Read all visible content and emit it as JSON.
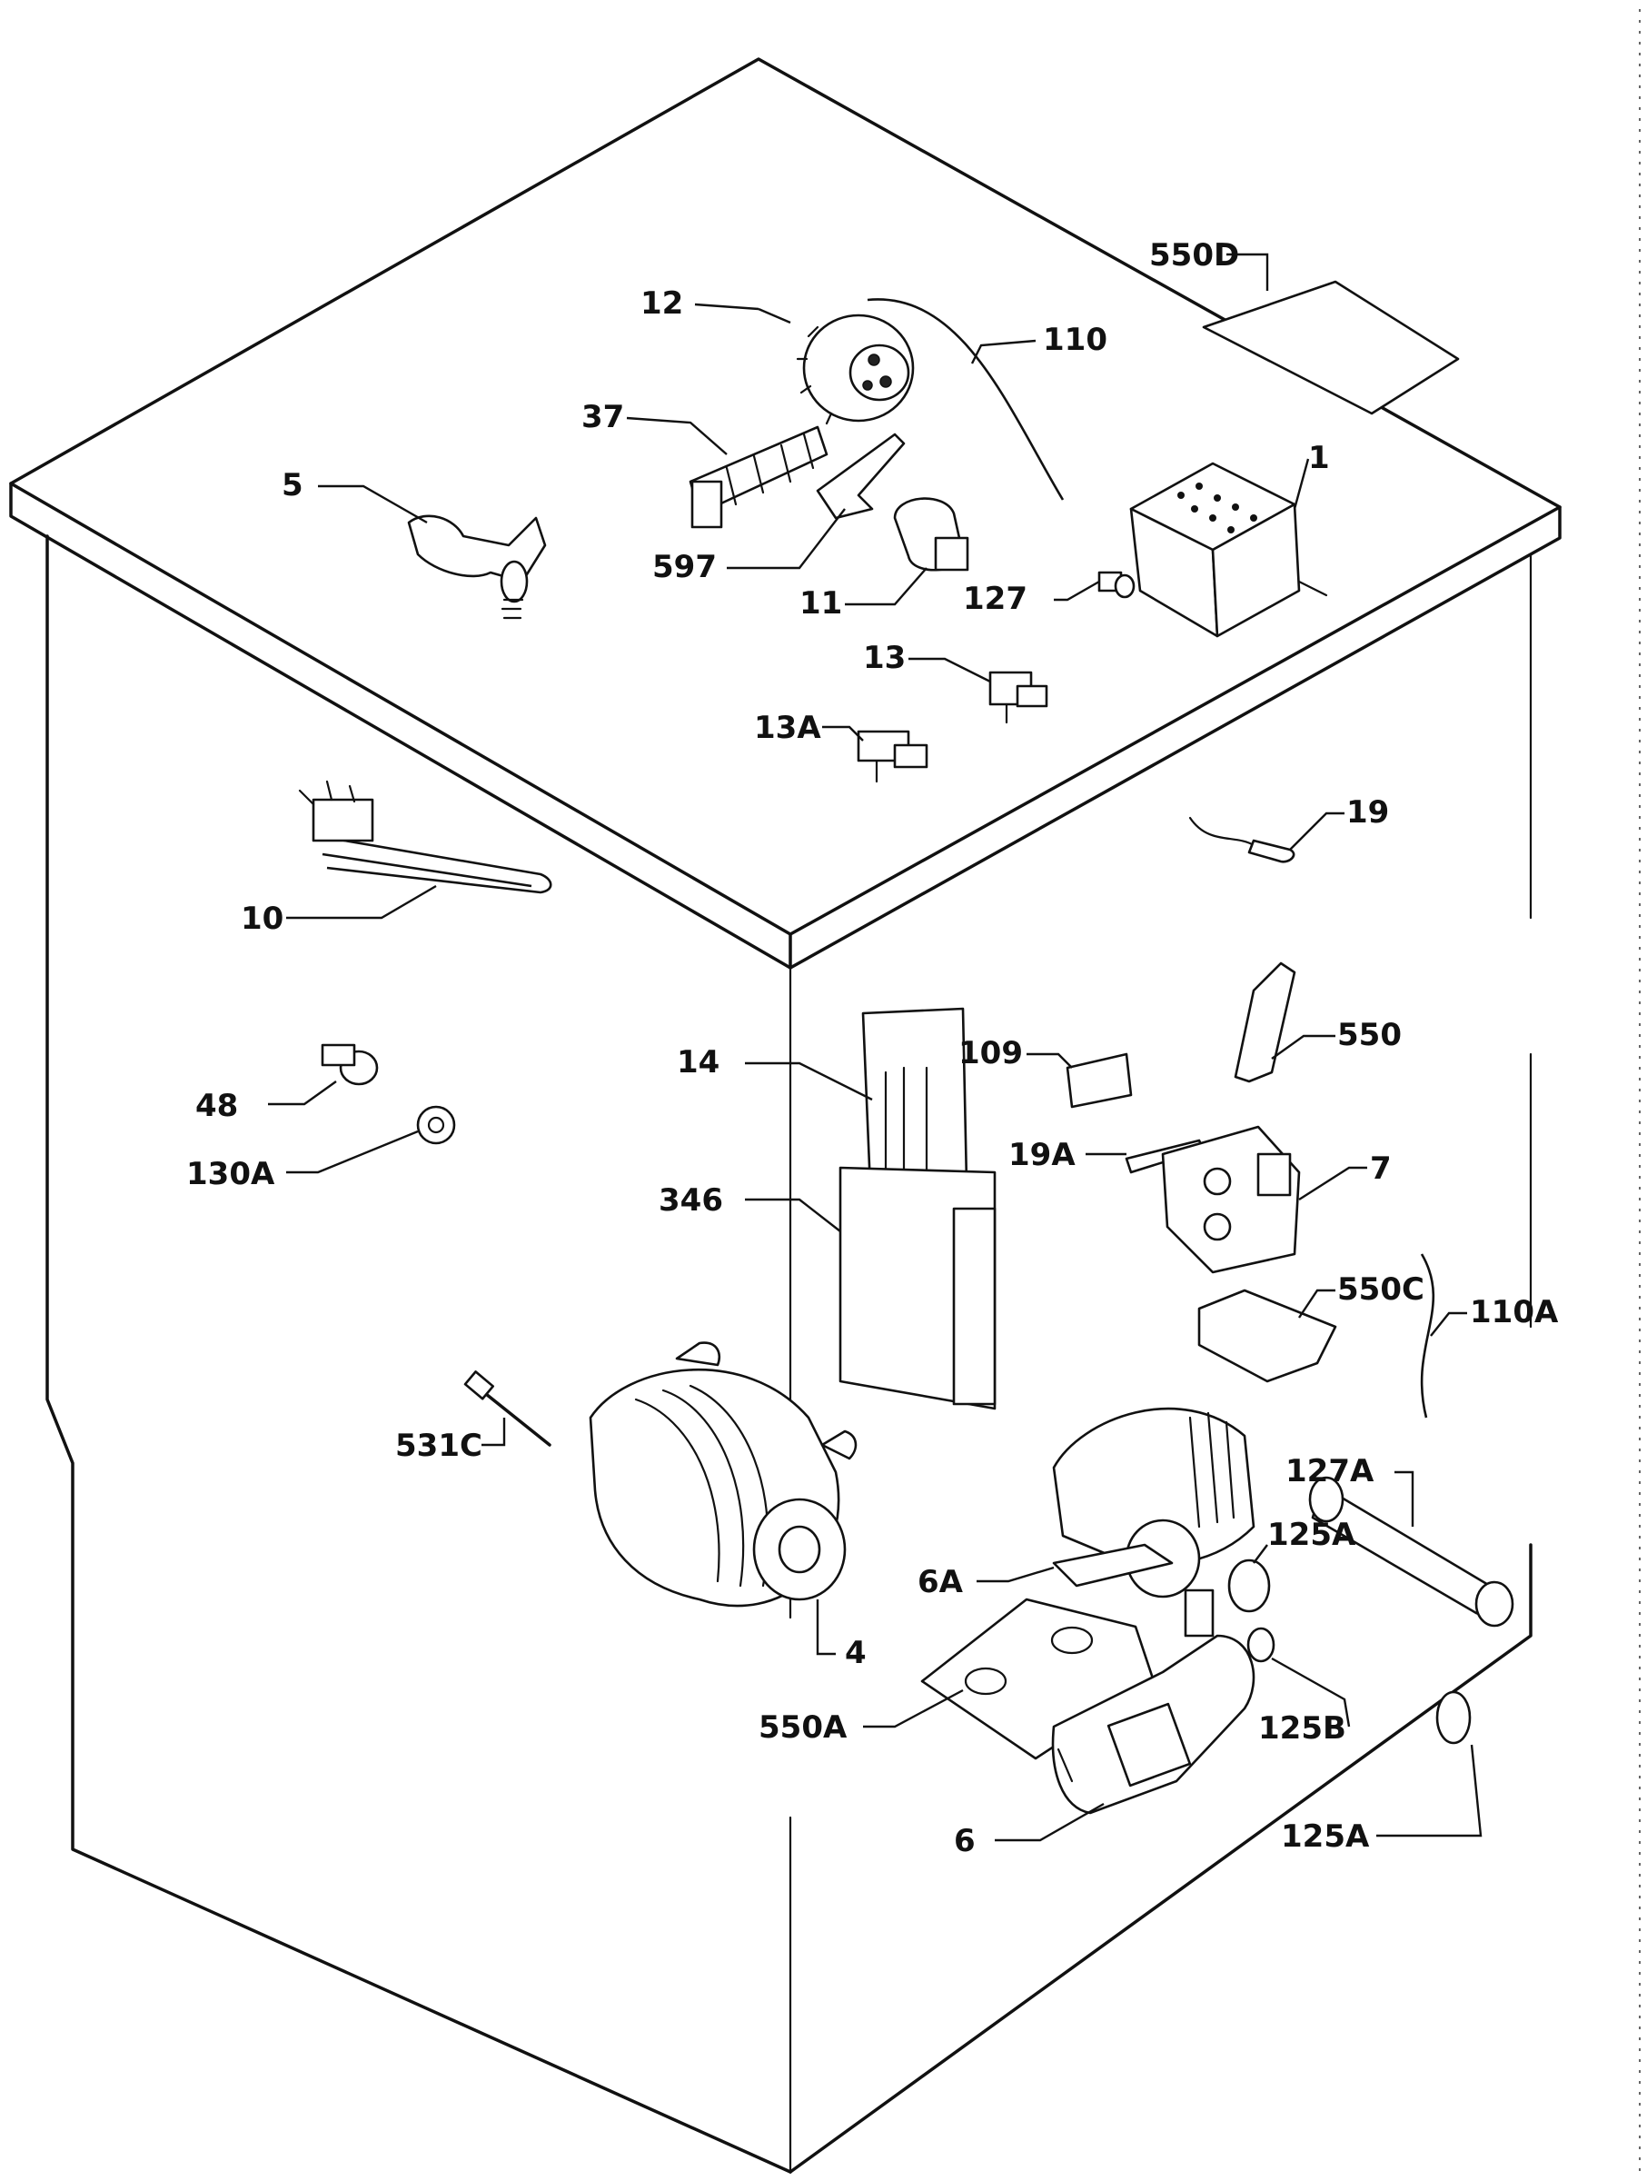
{
  "part_labels": {
    "p1": "1",
    "p4": "4",
    "p5": "5",
    "p6": "6",
    "p6a": "6A",
    "p7": "7",
    "p10": "10",
    "p11": "11",
    "p12": "12",
    "p13": "13",
    "p13a": "13A",
    "p14": "14",
    "p19": "19",
    "p19a": "19A",
    "p37": "37",
    "p48": "48",
    "p109": "109",
    "p110": "110",
    "p110a": "110A",
    "p125a_1": "125A",
    "p125a_2": "125A",
    "p125b": "125B",
    "p127": "127",
    "p127a": "127A",
    "p130a": "130A",
    "p346": "346",
    "p531c": "531C",
    "p550": "550",
    "p550a": "550A",
    "p550c": "550C",
    "p550d": "550D",
    "p597": "597"
  },
  "colors": {
    "line": "#111111",
    "background": "#ffffff"
  }
}
